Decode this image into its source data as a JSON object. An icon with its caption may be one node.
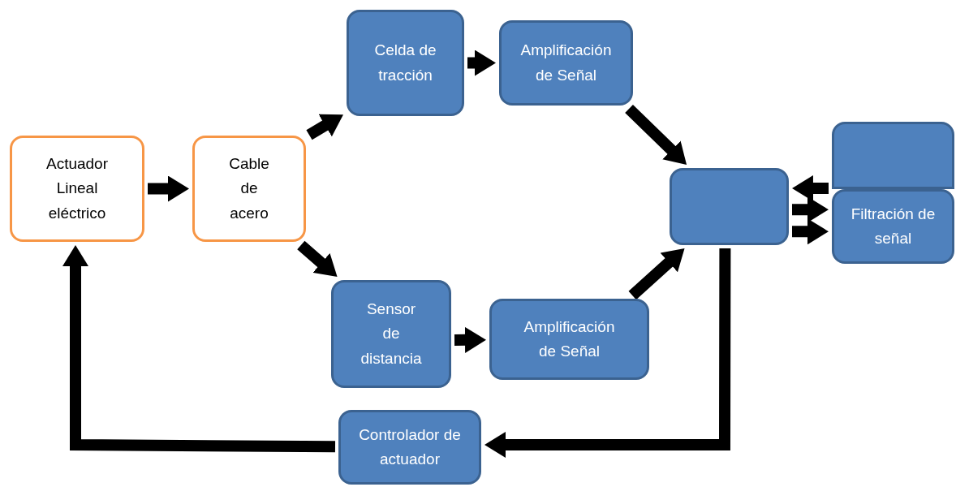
{
  "diagram": {
    "nodes": [
      {
        "text": [
          "Actuador Lineal eléctrico"
        ]
      },
      {
        "text": [
          "Cable de acero"
        ]
      },
      {
        "text": [
          "Celda de tracción"
        ]
      },
      {
        "text": [
          "Amplificación de Señal"
        ]
      },
      {
        "text": [
          "Sensor de distancia"
        ]
      },
      {
        "text": [
          "Amplificación de Señal"
        ]
      },
      {
        "text": [],
        "shape": "box"
      },
      {
        "text": [],
        "shape": "box"
      },
      {
        "text": [
          "Filtración de señal"
        ]
      },
      {
        "text": [
          "Controlador de actuador"
        ]
      }
    ],
    "edges": [
      {
        "from": 0,
        "to": 1,
        "arrow": "to"
      },
      {
        "from": 1,
        "to": 2,
        "arrow": "to"
      },
      {
        "from": 2,
        "to": 3,
        "arrow": "to"
      },
      {
        "from": 3,
        "to": 6,
        "arrow": "to"
      },
      {
        "from": 1,
        "to": 4,
        "arrow": "to"
      },
      {
        "from": 4,
        "to": 5,
        "arrow": "to"
      },
      {
        "from": 5,
        "to": 6,
        "arrow": "to"
      },
      {
        "from": 7,
        "to": 6,
        "arrow": "to"
      },
      {
        "from": 6,
        "to": 8,
        "arrow": "to"
      },
      {
        "from": 6,
        "to": 8,
        "arrow": "to"
      },
      {
        "from": 6,
        "to": 9,
        "arrow": "to"
      },
      {
        "from": 9,
        "to": 0,
        "arrow": "to"
      }
    ]
  }
}
